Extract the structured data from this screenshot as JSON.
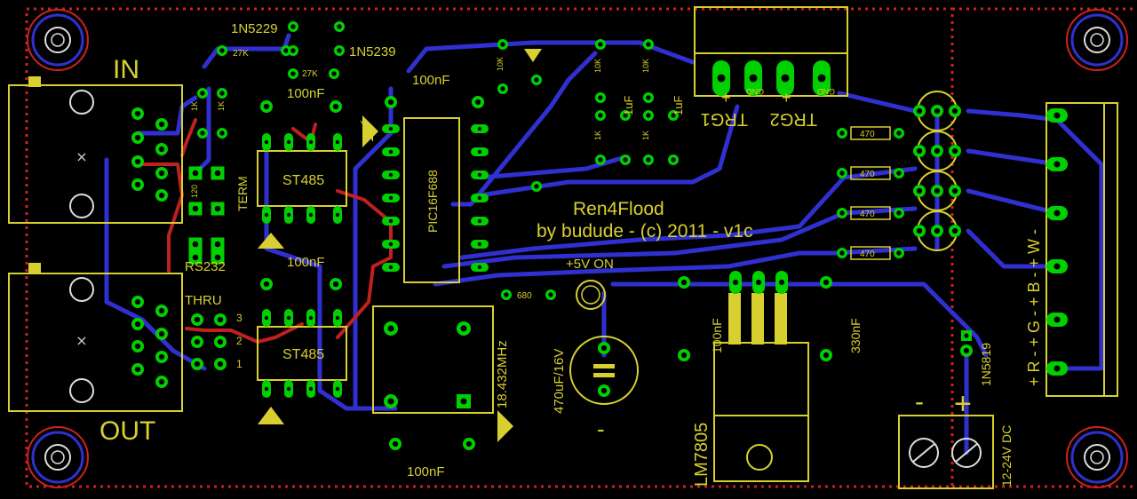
{
  "colors": {
    "background": "#000000",
    "silkscreen": "#d8d030",
    "pad": "#00d000",
    "bottom_trace": "#3030d0",
    "top_trace": "#c02020",
    "board_outline": "#d02020"
  },
  "connectors": {
    "in_label": "IN",
    "out_label": "OUT",
    "trg_labels": [
      "TRG1",
      "TRG2"
    ],
    "trg_plus": "+",
    "trg_gnd": "GND",
    "power_label": "12-24V DC",
    "power_minus": "-",
    "power_plus": "+",
    "led_out_label": "+ R - + G - + B - + W -"
  },
  "ics": {
    "ic1": "ST485",
    "ic2": "ST485",
    "mcu": "PIC16F688",
    "reg": "LM7805"
  },
  "jumpers": {
    "term": "TERM",
    "rs232": "RS232",
    "thru": "THRU",
    "thru_pins": [
      "3",
      "2",
      "1"
    ]
  },
  "components": {
    "d1": "1N5229",
    "d2": "1N5239",
    "d3": "1N5819",
    "r27k_a": "27K",
    "r27k_b": "27K",
    "r1k_a": "1K",
    "r1k_b": "1K",
    "r120": "120",
    "r10k_a": "10K",
    "r10k_b": "10K",
    "r10k_c": "10K",
    "r1k_c": "1K",
    "r1k_d": "1K",
    "c1uf_a": "1uF",
    "c1uf_b": "1uF",
    "r470": [
      "470",
      "470",
      "470",
      "470",
      "470"
    ],
    "r680": "680",
    "c100nf_top": "100nF",
    "c100nf_mid": "100nF",
    "c100nf_mcu": "100nF",
    "c100nf_bot": "100nF",
    "c100nf_reg": "100nF",
    "c330nf": "330nF",
    "crystal": "18.432MHz",
    "elcap": "470uF/16V",
    "led_label": "+5V ON"
  },
  "credits": {
    "title": "Ren4Flood",
    "byline": "by budude - (c) 2011 - v1c"
  },
  "icons": [
    "mounting-hole-icon",
    "rj45-jack-icon",
    "screw-terminal-icon",
    "led-icon",
    "crystal-icon"
  ]
}
